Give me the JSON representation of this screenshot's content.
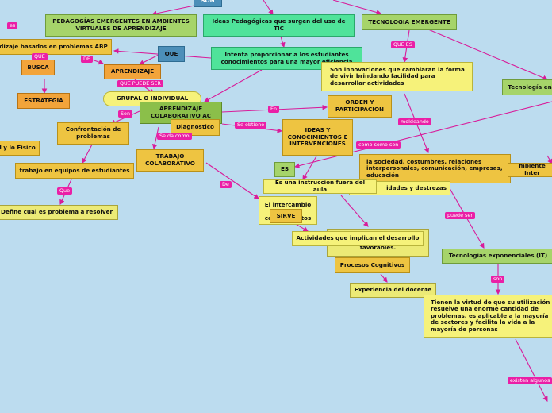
{
  "nodes": {
    "son_top": "SON",
    "pedagogias": "PEDAGOGÍAS EMERGENTES EN AMBIENTES VIRTUALES DE APRENDIZAJE",
    "ideas_pedagogicas": "Ideas Pedagógicas que surgen del uso de TIC",
    "tecnologia_emergente": "TECNOLOGIA EMERGENTE",
    "abp": "dizaje basados en problemas ABP",
    "que": "QUE",
    "intenta": "Intenta proporcionar a los estudiantes conocimientos para una mayor eficiencia",
    "innovaciones": "Son innovaciones que cambiaran la forma de vivir brindando facilidad para desarrollar actividades",
    "tecnologia_en": "Tecnología en",
    "busca": "BUSCA",
    "aprendizaje": "APRENDIZAJE",
    "grupal": "GRUPAL O INDIVIDUAL",
    "estrategia": "ESTRATEGIA",
    "colaborativo": "APRENDIZAJE COLABORATIVO AC",
    "orden": "ORDEN Y PARTICIPACION",
    "confrontacion": "Confrontación de problemas",
    "diagnostico": "Diagnostico",
    "ideas_conocimientos": "IDEAS Y CONOCIMIENTOS E INTERVENCIONES",
    "fisico": "l y lo Fisico",
    "trabajo_colaborativo": "TRABAJO COLABORATIVO",
    "sociedad": "la sociedad, costumbres, relaciones interpersonales, comunicación, empresas, educación",
    "ambiente_inter": "mbiente Inter",
    "equipos": "trabajo en equipos de estudiantes",
    "es_box": "ES",
    "instruccion": "Es una instruccion fuera del aula",
    "habilidades": "idades y destrezas",
    "intercambio": "El intercambio de conocimientos",
    "sirve": "SIRVE",
    "define": "Define cual es problema a resolver",
    "actividades": "Actividades que implican el desarrollo",
    "favorables": "favorables.",
    "exponenciales": "Tecnologías exponenciales (IT)",
    "procesos": "Procesos Cognitivos",
    "experiencia": "Experiencia del docente",
    "virtud": "Tienen la virtud de que su utilización resuelve una enorme cantidad de problemas, es aplicable a la mayoría de sectores y facilita la vida a la mayoría de personas"
  },
  "labels": {
    "es_left": "es",
    "que_small": "QUE",
    "de": "DE",
    "que_es": "QUE ES",
    "que_puede_ser": "QUE PUEDE SER",
    "son_label": "Son",
    "en": "En",
    "se_obtiene": "Se obtiene",
    "moldeando": "moldeando",
    "se_da_como": "Se da como",
    "como_somo_son": "como somo son",
    "de_lower": "De",
    "que_lower": "Que",
    "puede_ser": "puede ser",
    "son_lower": "son",
    "existen_algunos": "existen algunos"
  }
}
